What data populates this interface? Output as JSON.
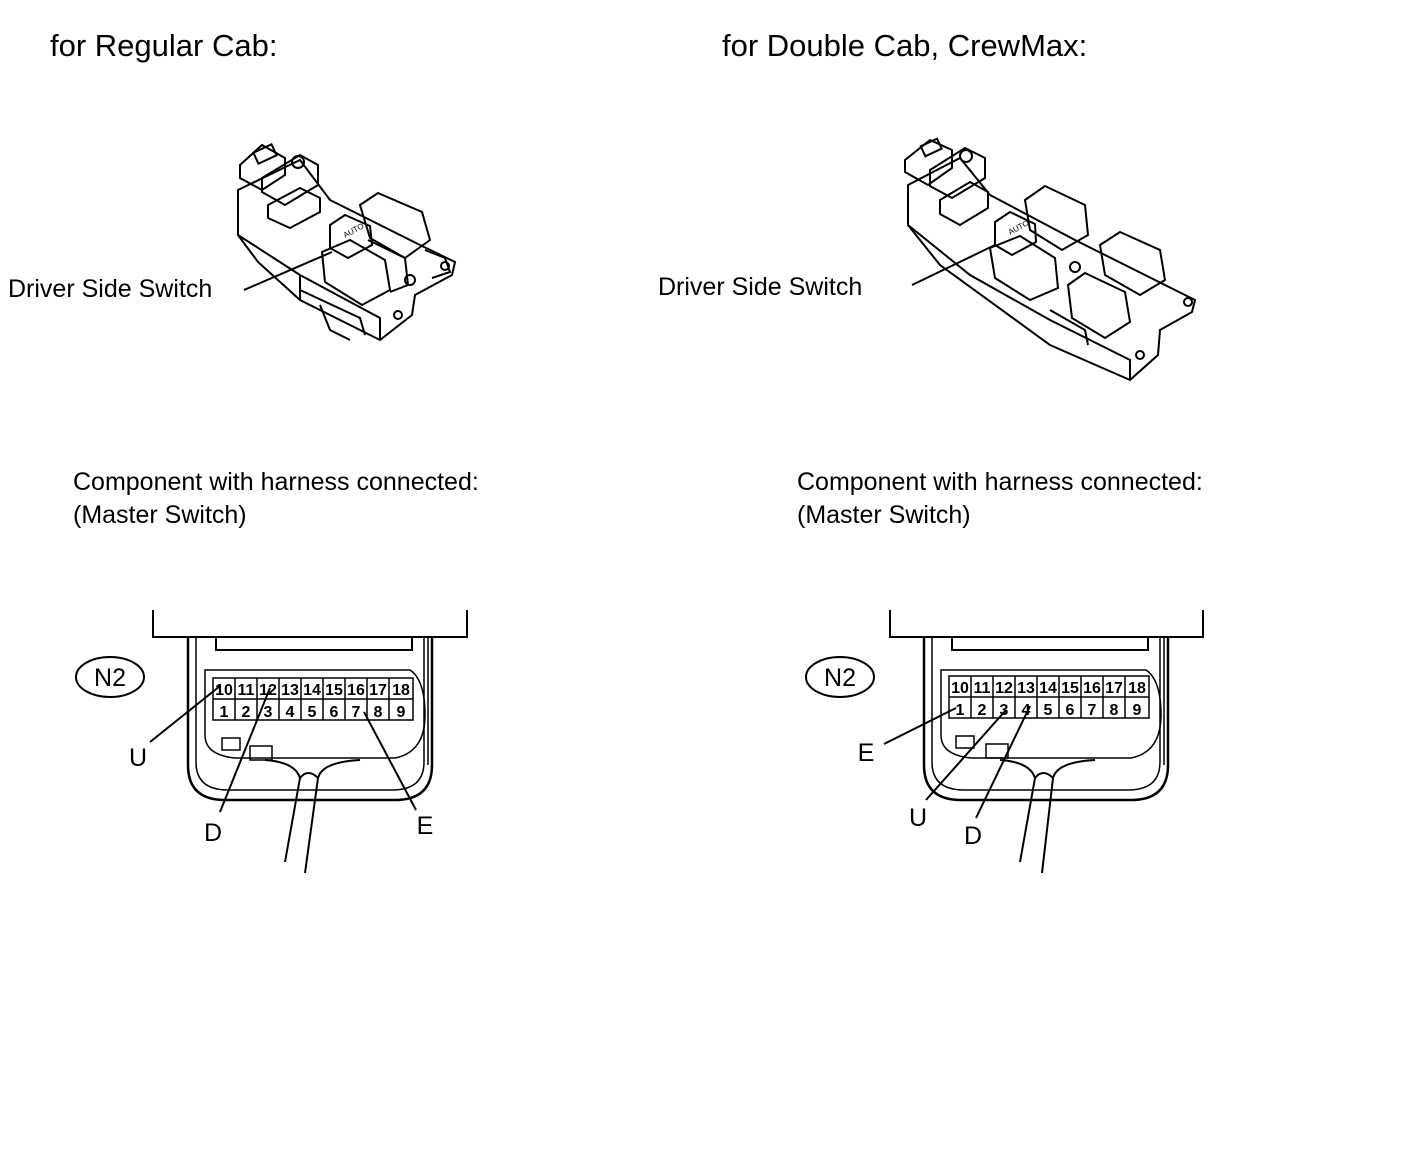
{
  "panels": [
    {
      "heading": "for Regular Cab:",
      "switch_label": "Driver Side Switch",
      "caption_line1": "Component with harness connected:",
      "caption_line2": "(Master Switch)",
      "connector": "N2",
      "top_pins": [
        "10",
        "11",
        "12",
        "13",
        "14",
        "15",
        "16",
        "17",
        "18"
      ],
      "bottom_pins": [
        "1",
        "2",
        "3",
        "4",
        "5",
        "6",
        "7",
        "8",
        "9"
      ],
      "terminal_u": "U",
      "terminal_d": "D",
      "terminal_e": "E"
    },
    {
      "heading": "for Double Cab, CrewMax:",
      "switch_label": "Driver Side Switch",
      "caption_line1": "Component with harness connected:",
      "caption_line2": "(Master Switch)",
      "connector": "N2",
      "top_pins": [
        "10",
        "11",
        "12",
        "13",
        "14",
        "15",
        "16",
        "17",
        "18"
      ],
      "bottom_pins": [
        "1",
        "2",
        "3",
        "4",
        "5",
        "6",
        "7",
        "8",
        "9"
      ],
      "terminal_e": "E",
      "terminal_u": "U",
      "terminal_d": "D"
    }
  ]
}
